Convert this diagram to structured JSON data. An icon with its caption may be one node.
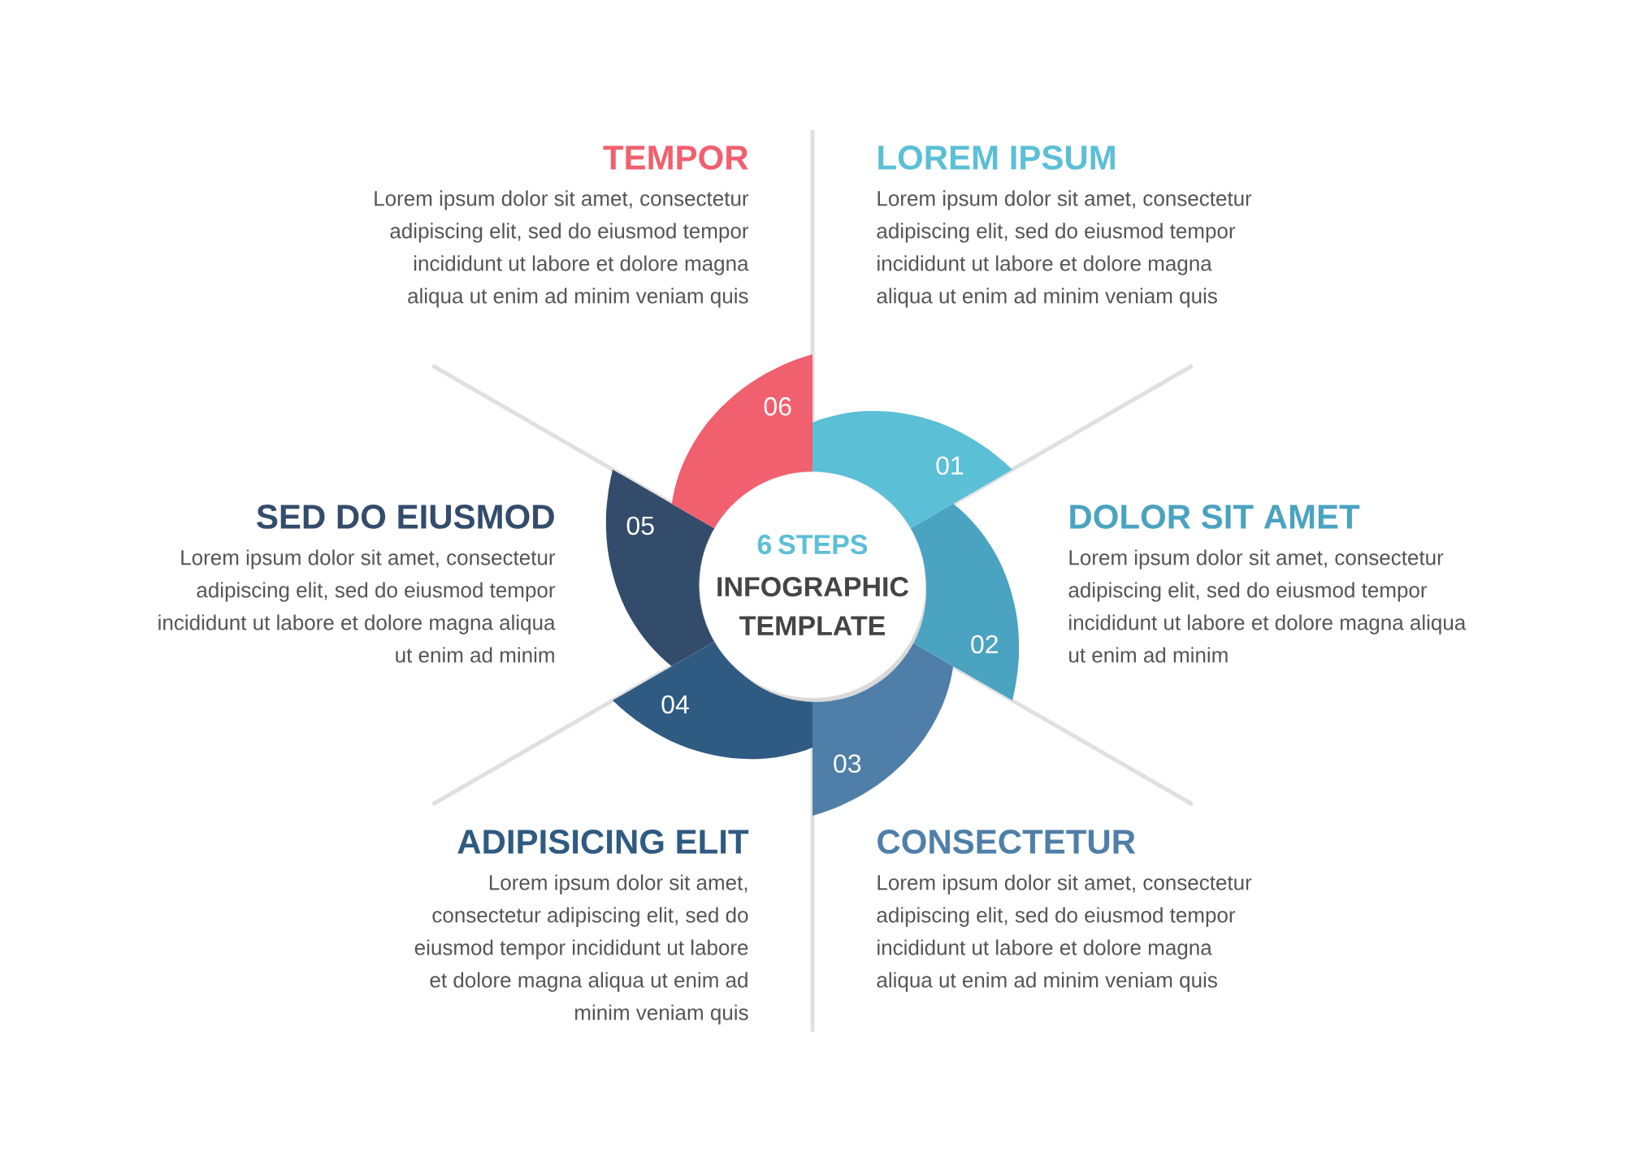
{
  "diagram": {
    "nodes": [
      {
        "text": [
          "6 STEPS",
          "INFOGRAPHIC TEMPLATE"
        ]
      },
      {
        "text": [
          "01"
        ],
        "beside": [
          "LOREM IPSUM",
          "Lorem ipsum dolor sit amet, consectetur adipiscing elit, sed do eiusmod tempor incididunt ut labore et dolore magna aliqua ut enim ad minim veniam quis"
        ]
      },
      {
        "text": [
          "02"
        ],
        "beside": [
          "DOLOR SIT AMET",
          "Lorem ipsum dolor sit amet, consectetur adipiscing elit, sed do eiusmod tempor incididunt ut labore et dolore magna aliqua ut enim ad minim"
        ]
      },
      {
        "text": [
          "03"
        ],
        "beside": [
          "CONSECTETUR",
          "Lorem ipsum dolor sit amet, consectetur adipiscing elit, sed do eiusmod tempor incididunt ut labore et dolore magna aliqua ut enim ad minim veniam quis"
        ]
      },
      {
        "text": [
          "04"
        ],
        "beside": [
          "ADIPISICING ELIT",
          "Lorem ipsum dolor sit amet, consectetur adipiscing elit, sed do eiusmod tempor incididunt ut labore et dolore magna aliqua ut enim ad minim veniam quis"
        ]
      },
      {
        "text": [
          "05"
        ],
        "beside": [
          "SED DO EIUSMOD",
          "Lorem ipsum dolor sit amet, consectetur adipiscing elit, sed do eiusmod tempor incididunt ut labore et dolore magna aliqua ut enim ad minim"
        ]
      },
      {
        "text": [
          "06"
        ],
        "beside": [
          "TEMPOR",
          "Lorem ipsum dolor sit amet, consectetur adipiscing elit, sed do eiusmod tempor incididunt ut labore et dolore magna aliqua ut enim ad minim veniam quis"
        ]
      }
    ]
  }
}
